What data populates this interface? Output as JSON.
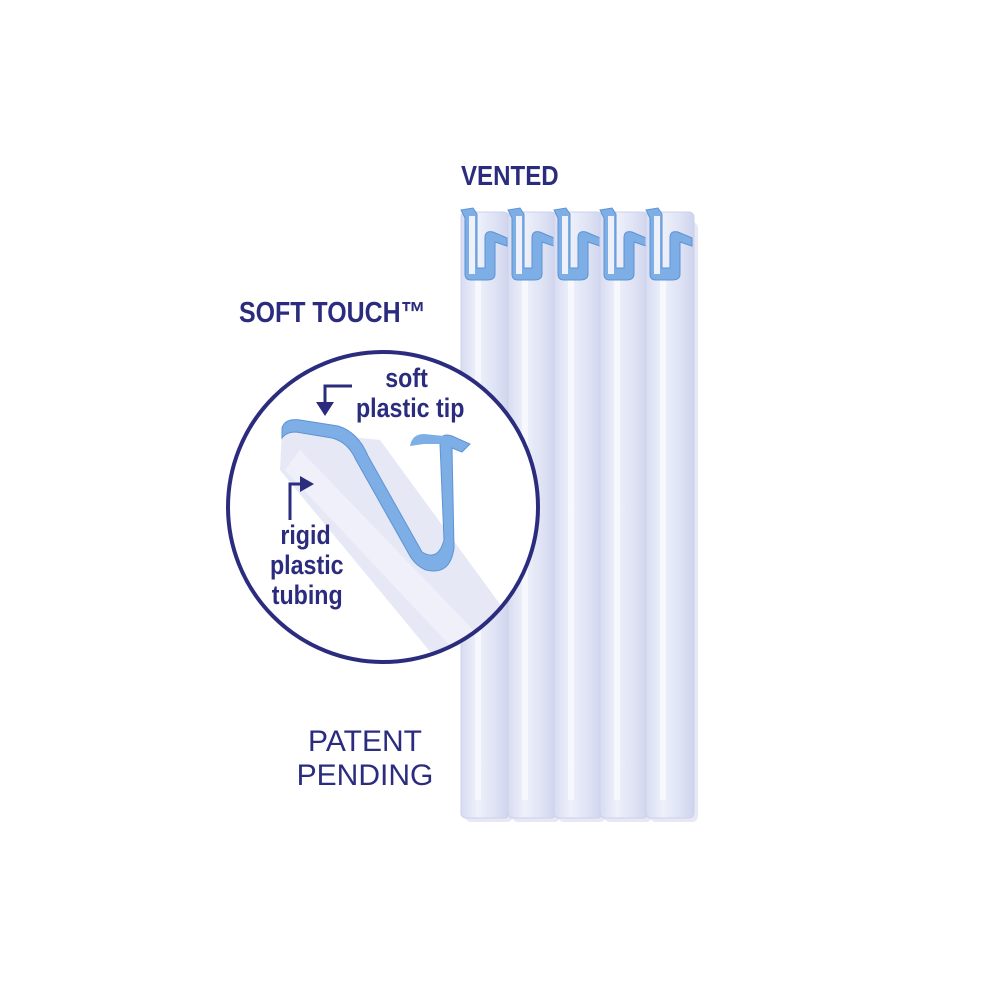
{
  "labels": {
    "vented": "VENTED",
    "soft_touch": "SOFT TOUCH™",
    "soft_tip_line1": "soft",
    "soft_tip_line2": "plastic tip",
    "rigid_line1": "rigid",
    "rigid_line2": "plastic",
    "rigid_line3": "tubing",
    "patent_line1": "PATENT",
    "patent_line2": "PENDING"
  },
  "colors": {
    "text": "#2b2c7e",
    "circle_border": "#2b2c7e",
    "tube_body": "#e3e6f6",
    "tube_tip": "#7eaee6"
  },
  "icons": [
    "tube",
    "magnifier-circle",
    "arrow"
  ]
}
